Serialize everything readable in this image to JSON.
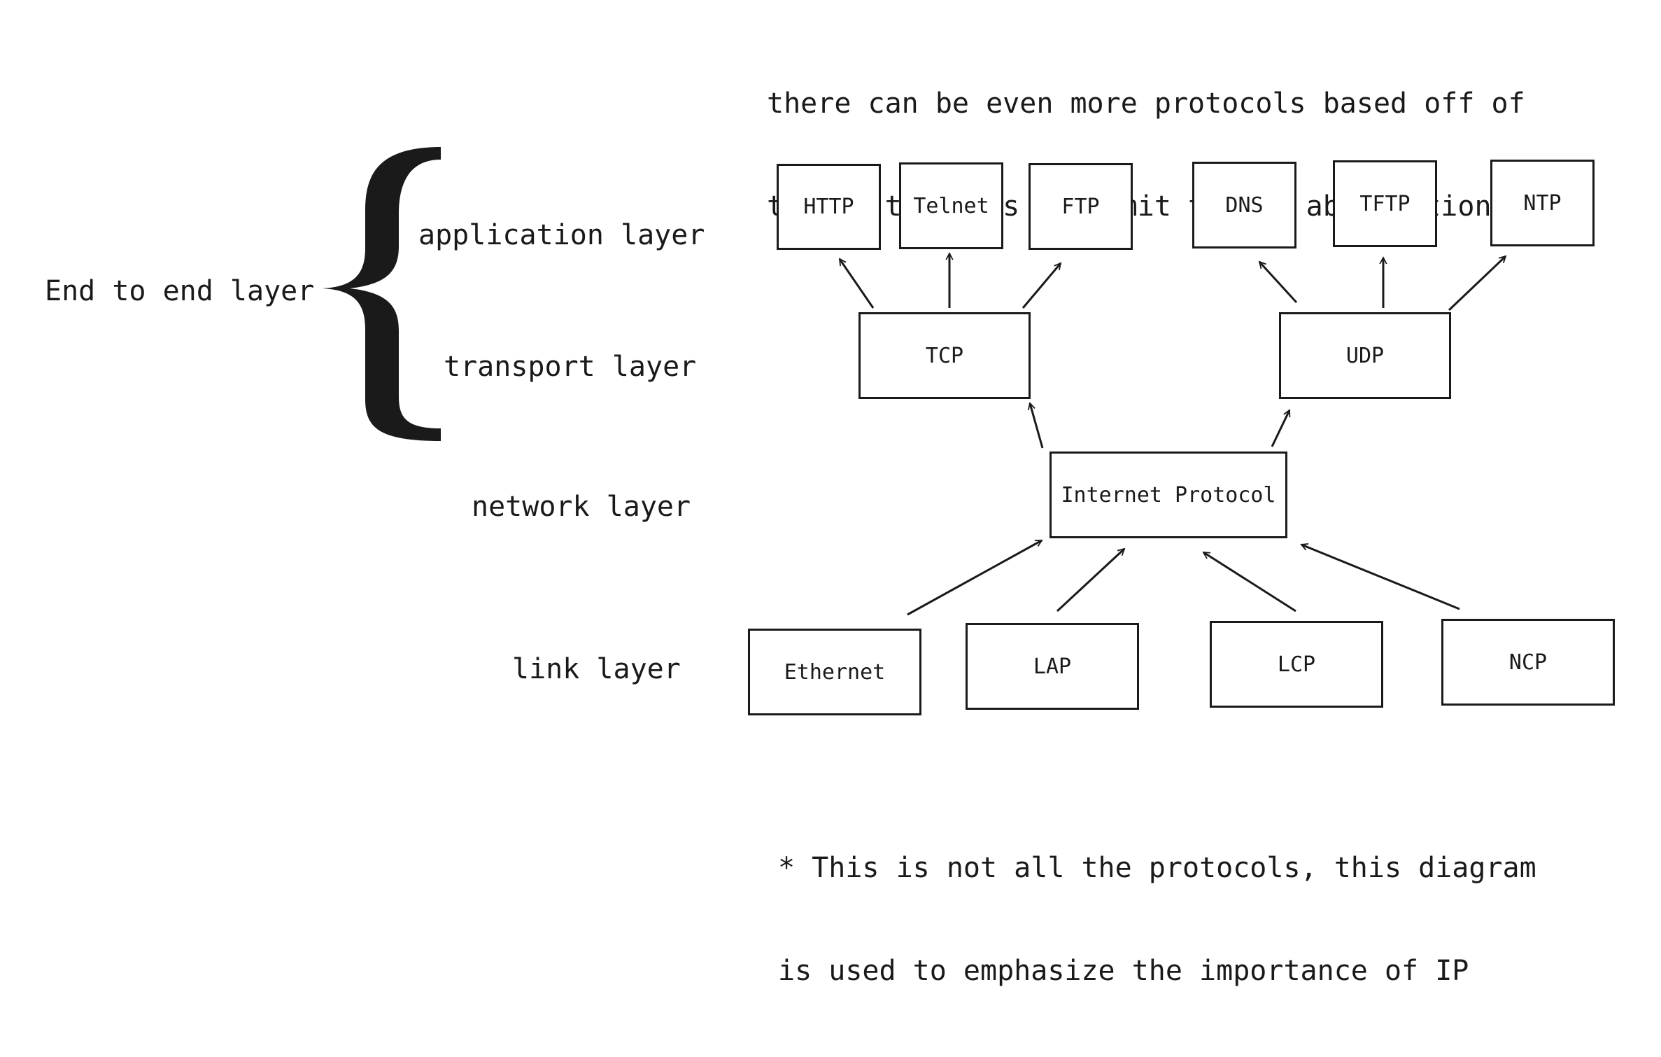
{
  "top_note": {
    "line1": "there can be even more protocols based off of",
    "line2": "these, there is no limit to the abstractions!"
  },
  "bottom_note": {
    "line1": "* This is not all the protocols, this diagram",
    "line2": "is used to emphasize the importance of IP"
  },
  "layers": {
    "end_to_end": "End to end layer",
    "application": "application layer",
    "transport": "transport layer",
    "network": "network layer",
    "link": "link layer"
  },
  "protocols": {
    "application": [
      "HTTP",
      "Telnet",
      "FTP",
      "DNS",
      "TFTP",
      "NTP"
    ],
    "transport": [
      "TCP",
      "UDP"
    ],
    "network": [
      "Internet Protocol"
    ],
    "link": [
      "Ethernet",
      "LAP",
      "LCP",
      "NCP"
    ]
  },
  "colors": {
    "ink": "#1a1a1a",
    "background": "#ffffff"
  }
}
